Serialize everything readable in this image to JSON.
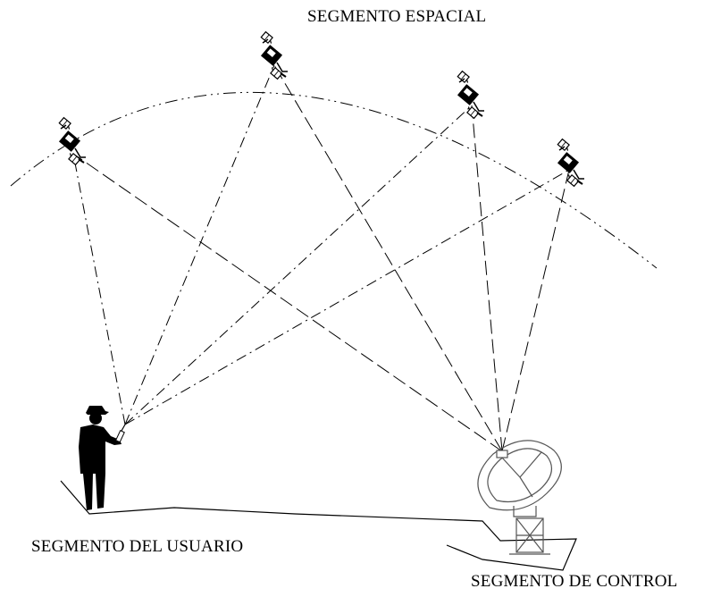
{
  "labels": {
    "space_segment": "SEGMENTO ESPACIAL",
    "user_segment": "SEGMENTO DEL USUARIO",
    "control_segment": "SEGMENTO DE CONTROL"
  },
  "icons": {
    "satellite": "satellite-icon",
    "person": "person-with-receiver-icon",
    "antenna": "dish-antenna-icon"
  },
  "colors": {
    "ink": "#000000",
    "antenna_line": "#555555",
    "background": "#ffffff"
  }
}
